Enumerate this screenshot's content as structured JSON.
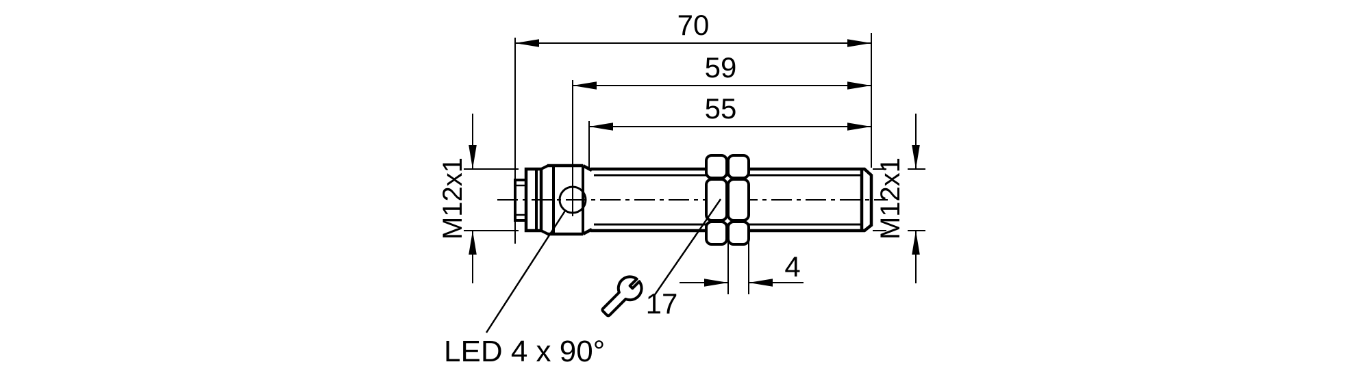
{
  "colors": {
    "background": "#ffffff",
    "line": "#000000"
  },
  "drawing": {
    "type": "technical-dimension-drawing",
    "subject": "cylindrical M12 sensor, side view",
    "dim_overall_length": "70",
    "dim_housing_length": "59",
    "dim_thread_length": "55",
    "dim_nut_width": "4",
    "wrench_size": "17",
    "thread_connector": "M12x1",
    "thread_barrel": "M12x1",
    "led_label": "LED 4 x 90°"
  }
}
